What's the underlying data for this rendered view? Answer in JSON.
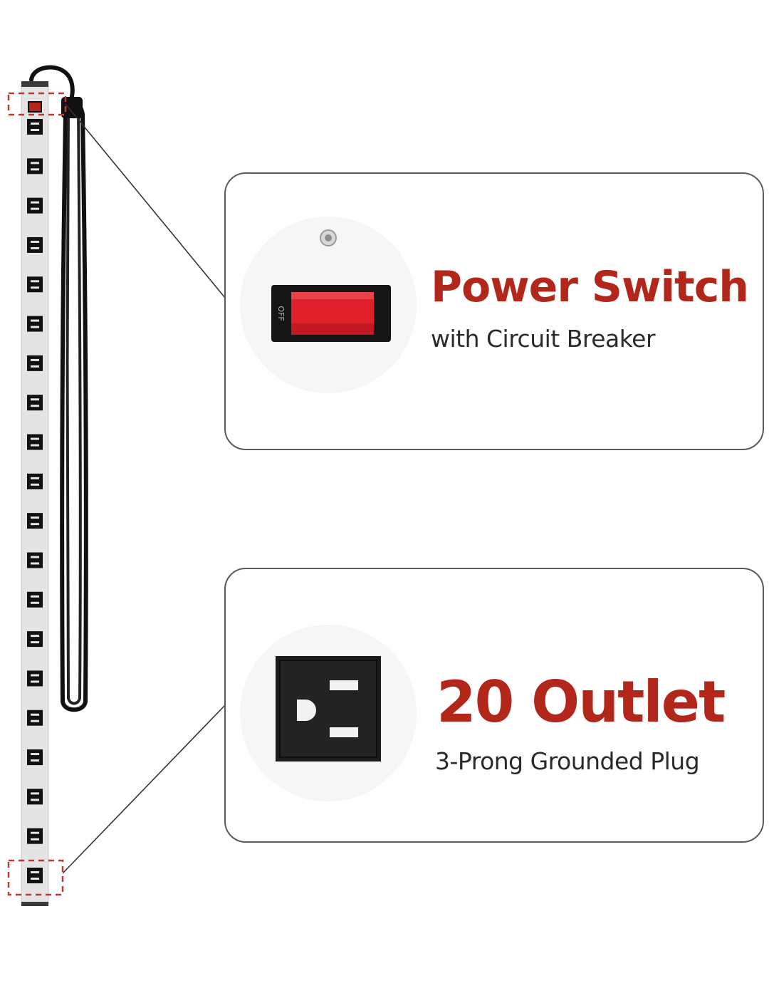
{
  "power_strip": {
    "outlet_count": 20
  },
  "callouts": {
    "power_switch": {
      "title": "Power Switch",
      "subtitle": "with Circuit Breaker",
      "switch_label": "OFF"
    },
    "outlets": {
      "title": "20 Outlet",
      "subtitle": "3-Prong Grounded Plug"
    }
  },
  "colors": {
    "accent_red": "#b3261a",
    "switch_red": "#e0202a",
    "highlight_dash": "#c0392b",
    "cord_black": "#111111",
    "strip_gray": "#e4e4e4"
  }
}
